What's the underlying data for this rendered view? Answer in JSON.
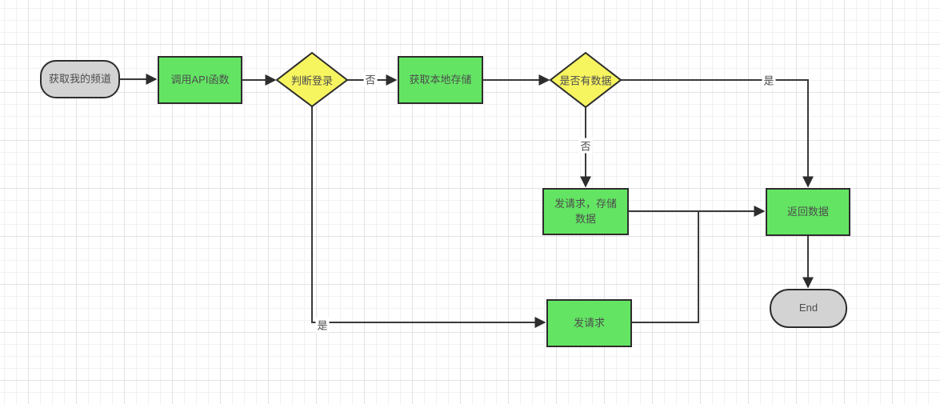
{
  "diagram": {
    "type": "flowchart",
    "colors": {
      "process_fill": "#63e563",
      "decision_fill": "#f7f55f",
      "terminal_fill": "#d3d3d3",
      "stroke": "#2d2d2d",
      "connector": "#3a3a3a",
      "text": "#4d4d4d",
      "grid_minor": "#f1f1f3",
      "grid_major": "#e3e3e6"
    }
  },
  "nodes": {
    "start": {
      "label": "获取我的频道",
      "type": "terminal"
    },
    "call_api": {
      "label": "调用API函数",
      "type": "process"
    },
    "check_login": {
      "label": "判断登录",
      "type": "decision"
    },
    "get_local_storage": {
      "label": "获取本地存储",
      "type": "process"
    },
    "has_data": {
      "label": "是否有数据",
      "type": "decision"
    },
    "request_and_store": {
      "label": "发请求，存储数据",
      "type": "process"
    },
    "return_data": {
      "label": "返回数据",
      "type": "process"
    },
    "send_request": {
      "label": "发请求",
      "type": "process"
    },
    "end": {
      "label": "End",
      "type": "terminal"
    }
  },
  "edge_labels": {
    "login_no": "否",
    "login_yes": "是",
    "has_data_yes": "是",
    "has_data_no": "否"
  }
}
